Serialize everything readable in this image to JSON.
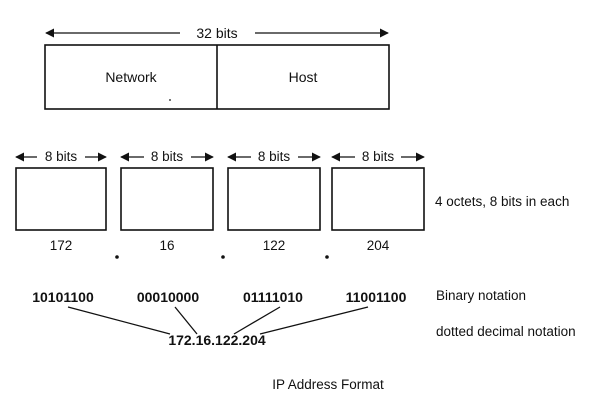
{
  "title": "IP Address Format",
  "top": {
    "width_label": "32 bits",
    "network_label": "Network",
    "host_label": "Host"
  },
  "octets": [
    {
      "bits_label": "8 bits",
      "decimal": "172",
      "binary": "10101100"
    },
    {
      "bits_label": "8 bits",
      "decimal": "16",
      "binary": "00010000"
    },
    {
      "bits_label": "8 bits",
      "decimal": "122",
      "binary": "01111010"
    },
    {
      "bits_label": "8 bits",
      "decimal": "204",
      "binary": "11001100"
    }
  ],
  "octet_note": "4 octets, 8 bits in each",
  "binary_note": "Binary notation",
  "dotted_value": "172.16.122.204",
  "dotted_note": "dotted decimal notation"
}
